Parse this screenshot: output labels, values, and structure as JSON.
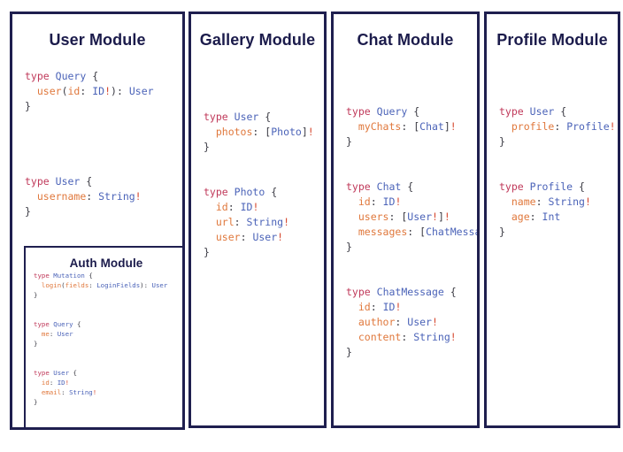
{
  "colors": {
    "border": "#1f1f4f",
    "title": "#1b1b4b",
    "background": "#ffffff",
    "keyword": "#c0395a",
    "type_name": "#4b63b8",
    "field_name": "#e0783c",
    "punctuation": "#3b3b44",
    "non_null": "#d6482f"
  },
  "modules": {
    "user": {
      "title": "User Module",
      "code": "type Query {\n  user(id: ID!): User\n}\n\n\ntype User {\n  username: String!\n}"
    },
    "auth": {
      "title": "Auth Module",
      "code": "type Mutation {\n  login(fields: LoginFields): User\n}\n\ntype Query {\n  me: User\n}\n\ntype User {\n  id: ID!\n  email: String!\n}"
    },
    "gallery": {
      "title": "Gallery Module",
      "code": "type User {\n  photos: [Photo]!\n}\n\ntype Photo {\n  id: ID!\n  url: String!\n  user: User!\n}"
    },
    "chat": {
      "title": "Chat Module",
      "code": "type Query {\n  myChats: [Chat]!\n}\n\ntype Chat {\n  id: ID!\n  users: [User!]!\n  messages: [ChatMessage]!\n}\n\ntype ChatMessage {\n  id: ID!\n  author: User!\n  content: String!\n}"
    },
    "profile": {
      "title": "Profile Module",
      "code": "type User {\n  profile: Profile!\n}\n\ntype Profile {\n  name: String!\n  age: Int\n}"
    }
  }
}
